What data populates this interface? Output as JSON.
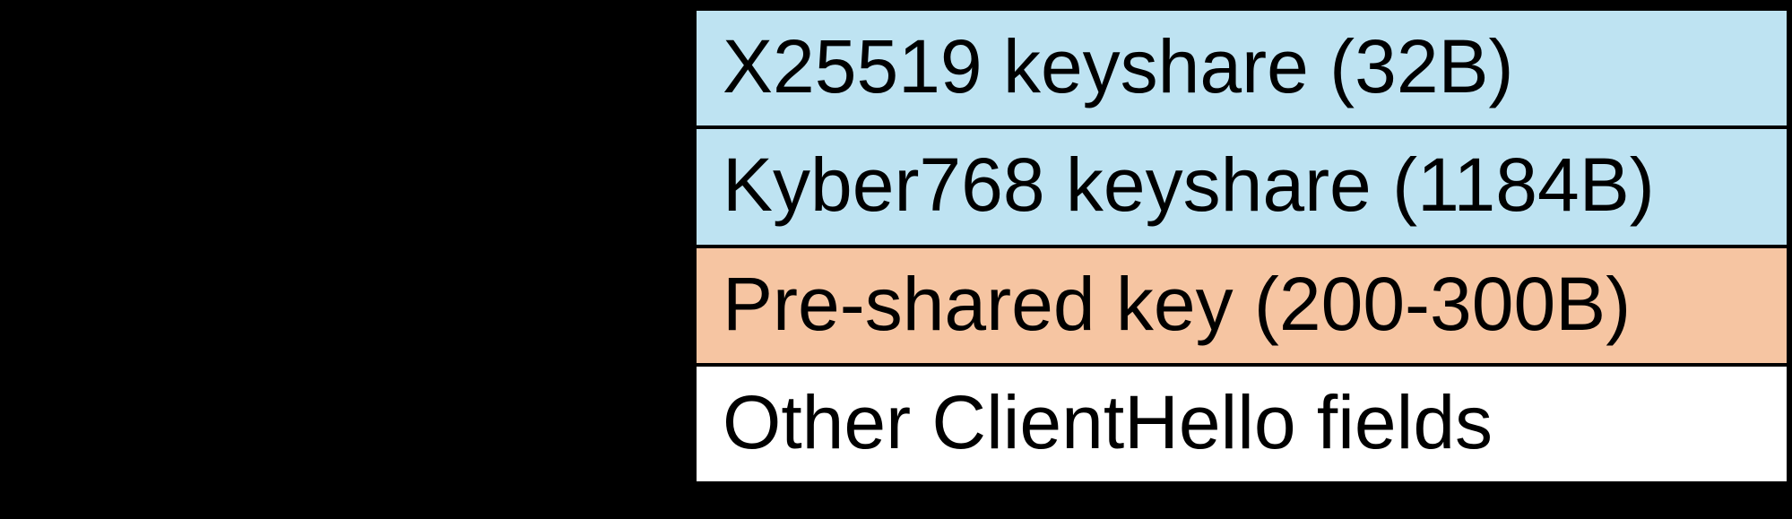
{
  "canvas": {
    "background_color": "#000000"
  },
  "diagram": {
    "divider_color": "#000000",
    "text_color": "#000000",
    "boxes": [
      {
        "label": "X25519 keyshare (32B)",
        "fill": "#bee3f2"
      },
      {
        "label": "Kyber768 keyshare (1184B)",
        "fill": "#bee3f2"
      },
      {
        "label": "Pre-shared key (200-300B)",
        "fill": "#f6c5a2"
      },
      {
        "label": "Other ClientHello fields",
        "fill": "#ffffff"
      }
    ]
  }
}
